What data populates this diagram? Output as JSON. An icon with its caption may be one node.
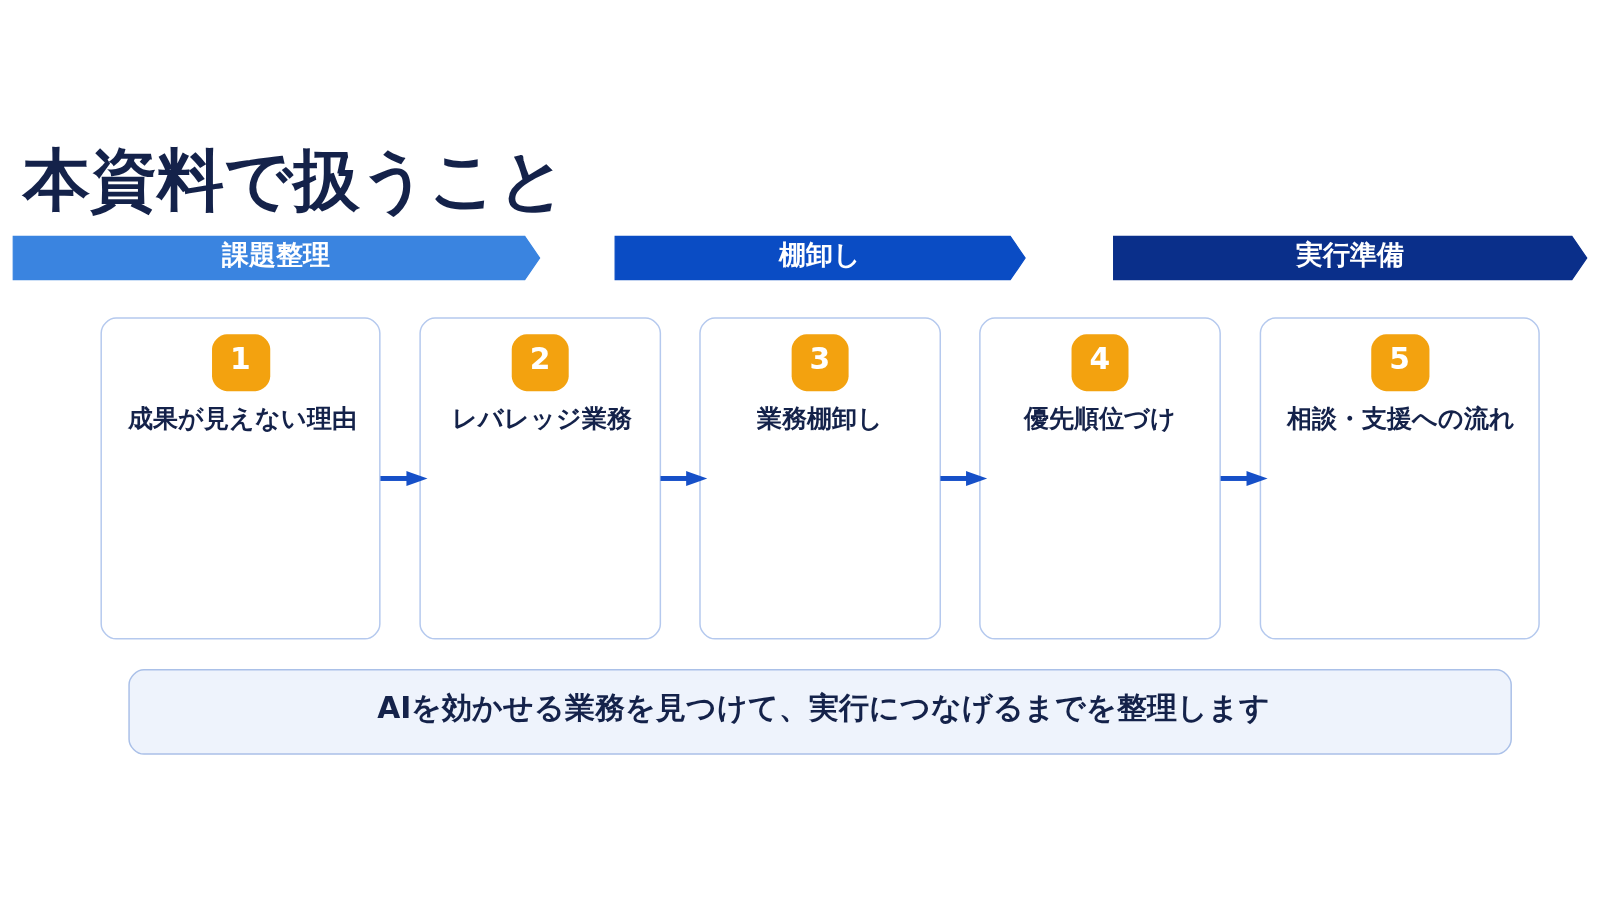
{
  "diagram": {
    "title": "本資料で扱うこと",
    "nodes": [
      {
        "text": [
          "課題整理"
        ]
      },
      {
        "text": [
          "棚卸し"
        ]
      },
      {
        "text": [
          "実行準備"
        ]
      },
      {
        "text": [
          "1",
          "成果が見えない理由"
        ]
      },
      {
        "text": [
          "2",
          "レバレッジ業務"
        ]
      },
      {
        "text": [
          "3",
          "業務棚卸し"
        ]
      },
      {
        "text": [
          "4",
          "優先順位づけ"
        ]
      },
      {
        "text": [
          "5",
          "相談・支援への流れ"
        ]
      },
      {
        "text": [
          "AIを効かせる業務を見つけて、実行につなげるまでを整理します"
        ]
      }
    ],
    "edges": [
      {
        "from": 3,
        "to": 4,
        "arrow": "to"
      },
      {
        "from": 4,
        "to": 5,
        "arrow": "to"
      },
      {
        "from": 5,
        "to": 6,
        "arrow": "to"
      },
      {
        "from": 6,
        "to": 7,
        "arrow": "to"
      }
    ]
  }
}
